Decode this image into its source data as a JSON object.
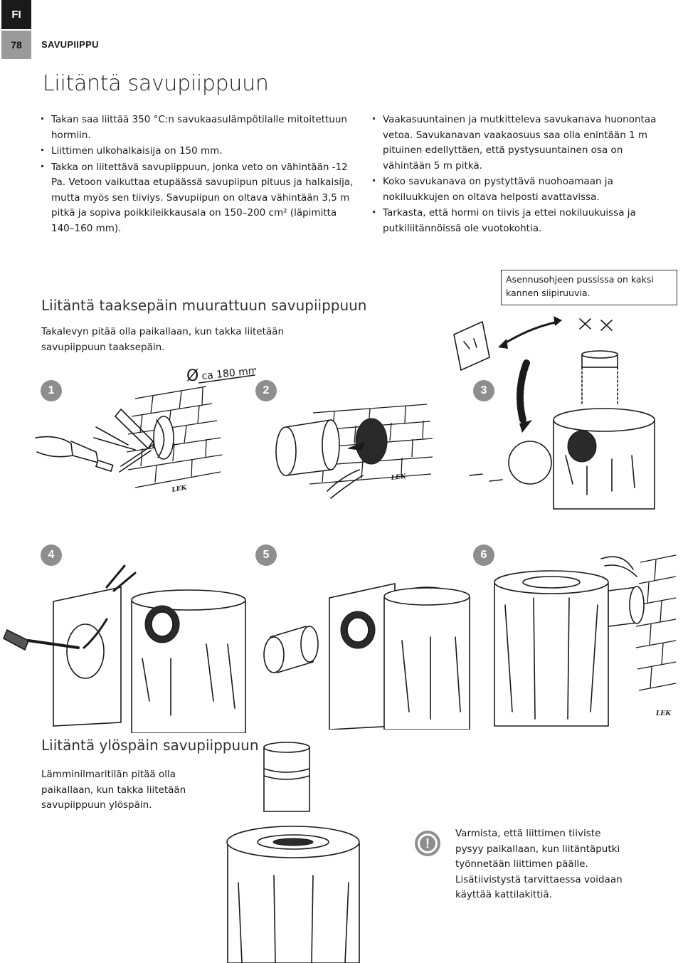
{
  "header": {
    "language_tab": "FI",
    "page_number": "78",
    "section_label": "SAVUPIIPPU"
  },
  "title": "Liitäntä savupiippuun",
  "intro": {
    "left_bullets": [
      "Takan saa liittää 350 °C:n savukaasulämpötilalle mitoitettuun hormiin.",
      "Liittimen ulkohalkaisija on 150 mm.",
      "Takka on liitettävä savupiippuun, jonka veto on vähintään -12 Pa. Vetoon vaikuttaa etupäässä savupiipun pituus ja halkaisija, mutta myös sen tiiviys. Savupiipun on oltava vähintään 3,5 m pitkä ja sopiva poikkileikkausala on 150–200 cm² (läpimitta 140–160 mm)."
    ],
    "right_bullets": [
      "Vaakasuuntainen ja mutkitteleva savukanava huonontaa vetoa. Savukanavan vaakaosuus saa olla enintään 1 m pituinen edellyttäen, että pystysuuntainen osa on vähintään 5 m pitkä.",
      "Koko savukanava on pystyttävä nuohoamaan ja nokiluukkujen on oltava helposti avattavissa.",
      "Tarkasta, että hormi on tiivis ja ettei nokiluukuissa ja putkiliitännöissä ole vuotokohtia."
    ]
  },
  "rear_section": {
    "heading": "Liitäntä taaksepäin muurattuun savupiippuun",
    "text": "Takalevyn pitää olla paikallaan, kun takka liitetään savupiippuun taaksepäin.",
    "note": "Asennusohjeen pussissa on kaksi kannen siipiruuvia.",
    "dimension_symbol": "Ø",
    "dimension_label": "ca 180 mm",
    "brand": "LEK",
    "steps": [
      "1",
      "2",
      "3",
      "4",
      "5",
      "6"
    ]
  },
  "top_section": {
    "heading": "Liitäntä ylöspäin savupiippuun",
    "text": "Lämminilmaritilän pitää olla paikallaan, kun takka liitetään savupiippuun ylöspäin.",
    "warning_icon": "exclamation-icon",
    "warning_text": "Varmista, että liittimen tiiviste pysyy paikallaan, kun liitäntäputki työnnetään liittimen päälle. Lisätiivistystä tarvittaessa voidaan käyttää kattilakittiä."
  },
  "colors": {
    "tab_dark": "#1a1a1a",
    "tab_grey": "#9a9a9a",
    "step_circle": "#8e8e8e"
  }
}
